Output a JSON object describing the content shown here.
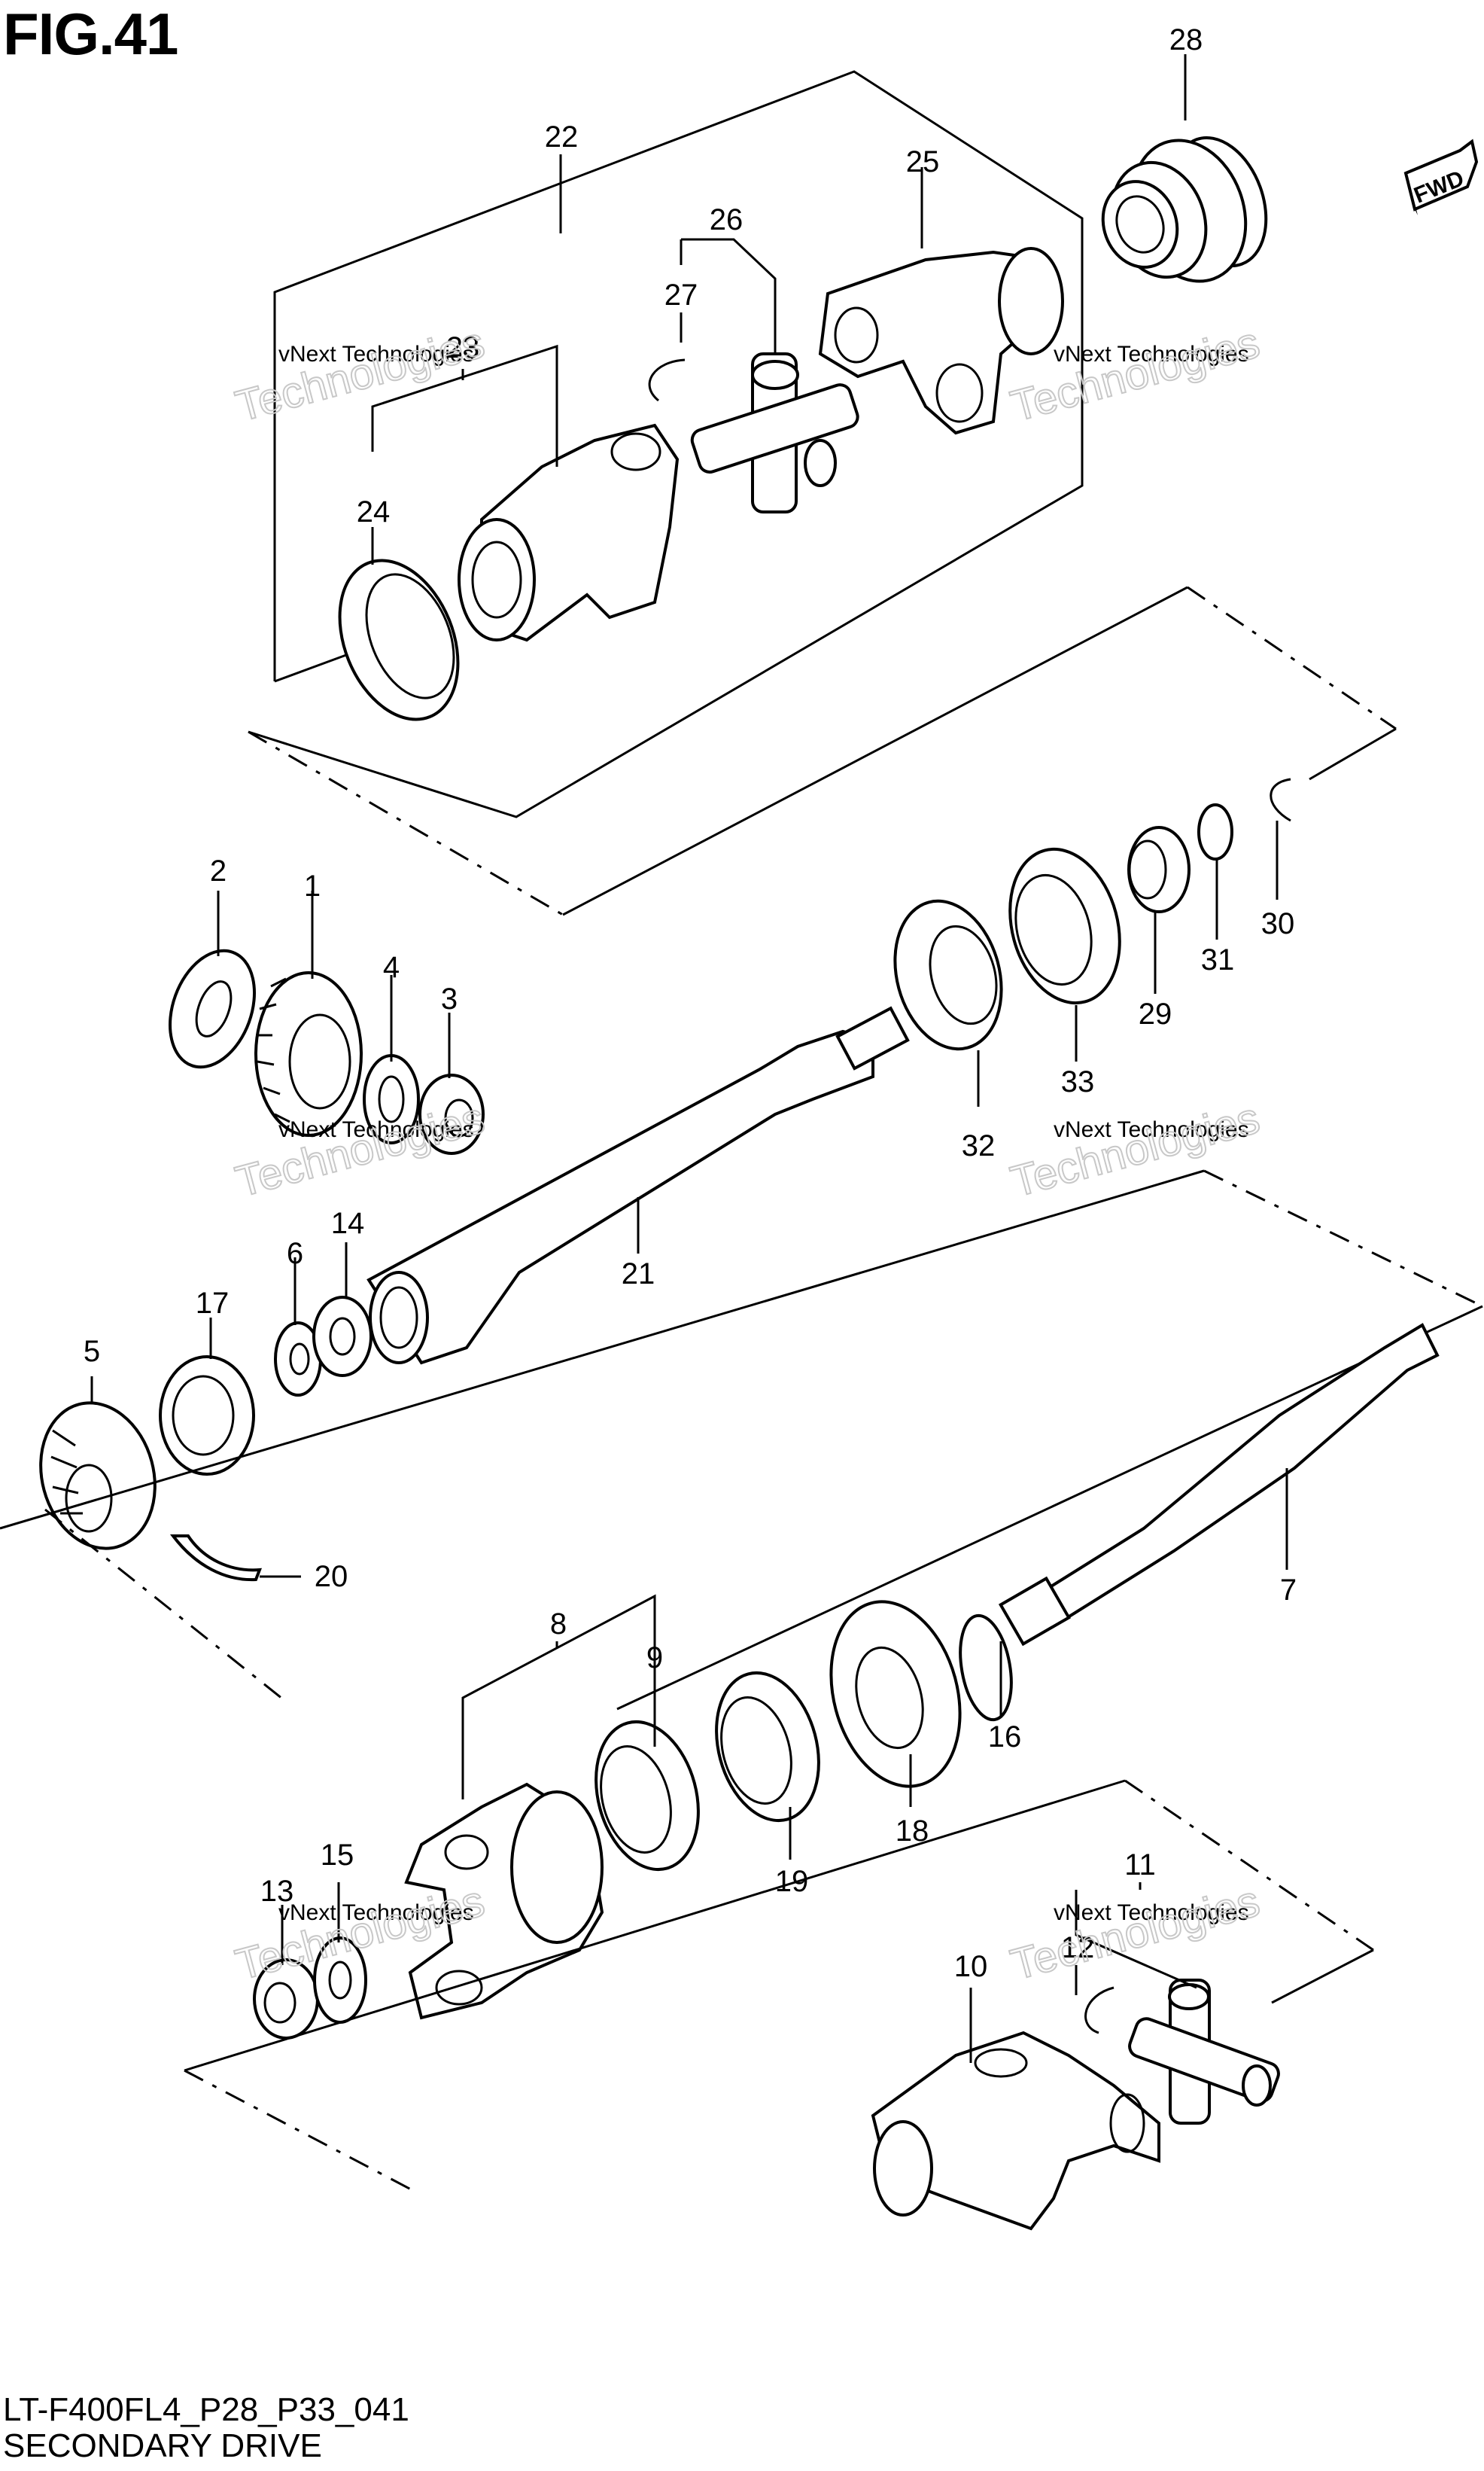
{
  "figure_label": "FIG.41",
  "footer": {
    "model_code": "LT-F400FL4_P28_P33_041",
    "section_title": "SECONDARY DRIVE"
  },
  "fwd_badge": "FWD",
  "watermark": {
    "small_text": "vNext Technologies",
    "big_text": "Technologies"
  },
  "callouts": [
    "1",
    "2",
    "3",
    "4",
    "5",
    "6",
    "7",
    "8",
    "9",
    "10",
    "11",
    "12",
    "13",
    "14",
    "15",
    "16",
    "17",
    "18",
    "19",
    "20",
    "21",
    "22",
    "23",
    "24",
    "25",
    "26",
    "27",
    "28",
    "29",
    "30",
    "31",
    "32",
    "33"
  ]
}
